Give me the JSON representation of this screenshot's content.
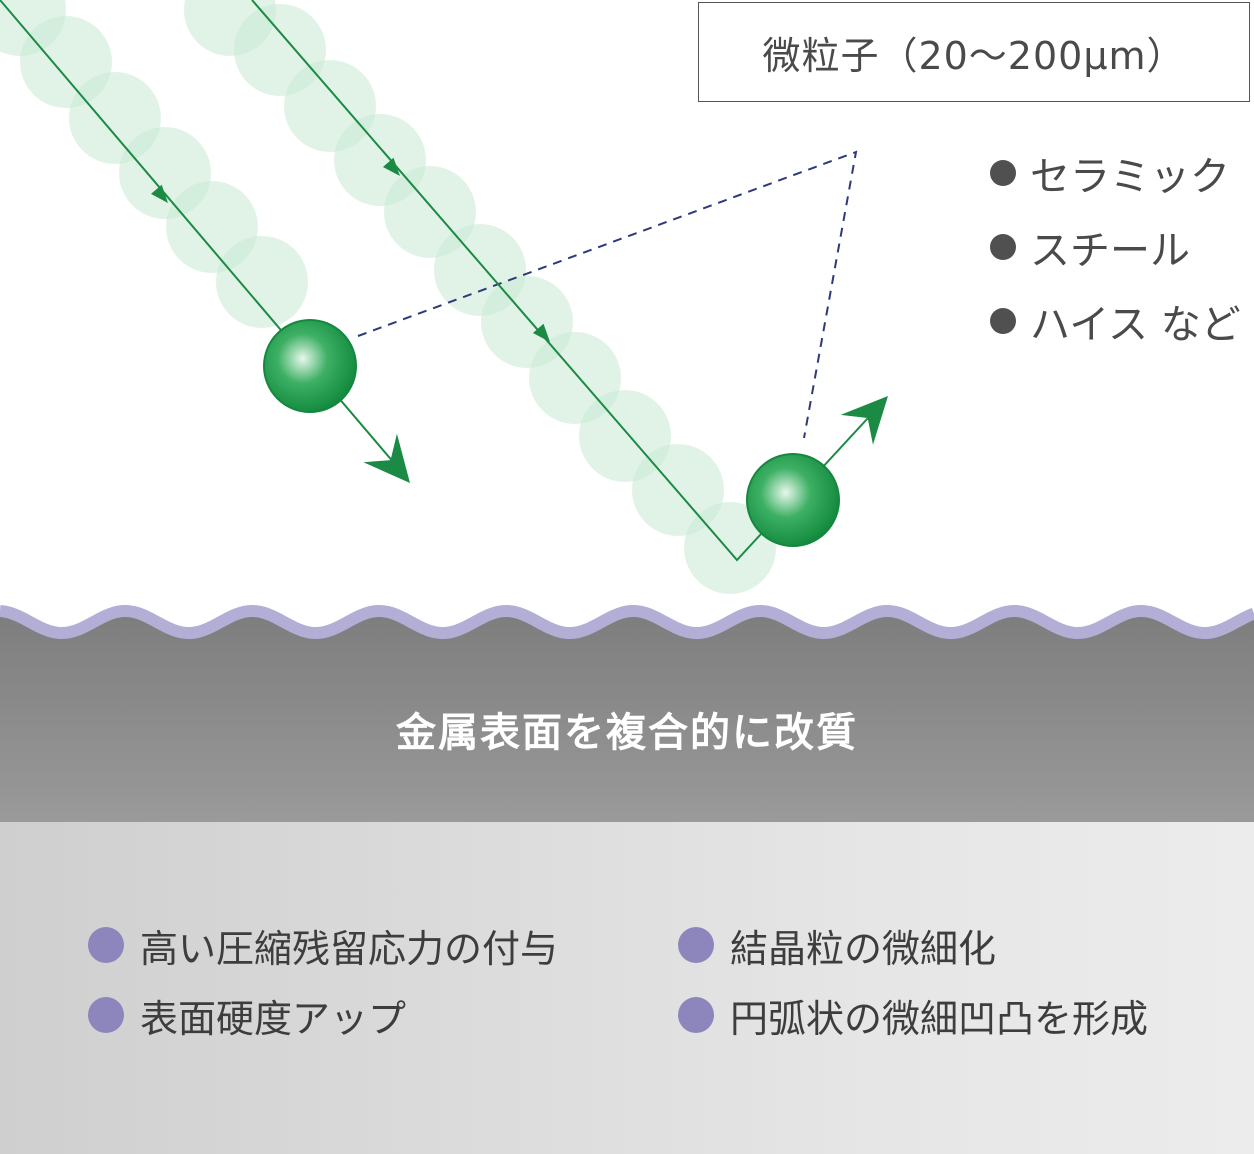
{
  "particle_label": "微粒子（20〜200µm）",
  "materials": [
    "セラミック",
    "スチール",
    "ハイス など"
  ],
  "surface_title": "金属表面を複合的に改質",
  "effects_left": [
    "高い圧縮残留応力の付与",
    "表面硬度アップ"
  ],
  "effects_right": [
    "結晶粒の微細化",
    "円弧状の微細凹凸を形成"
  ],
  "colors": {
    "particle": "#1a9a4a",
    "particle_trail": "#cdebd7",
    "arrow": "#1b8a45",
    "dashed_line": "#2d3a7a",
    "surface_layer": "#b3aed6",
    "metal_band": "#8a8a8a",
    "lower_panel": "#d9d9d9",
    "bullet_purple": "#8c86bd",
    "bullet_dark": "#505050"
  }
}
